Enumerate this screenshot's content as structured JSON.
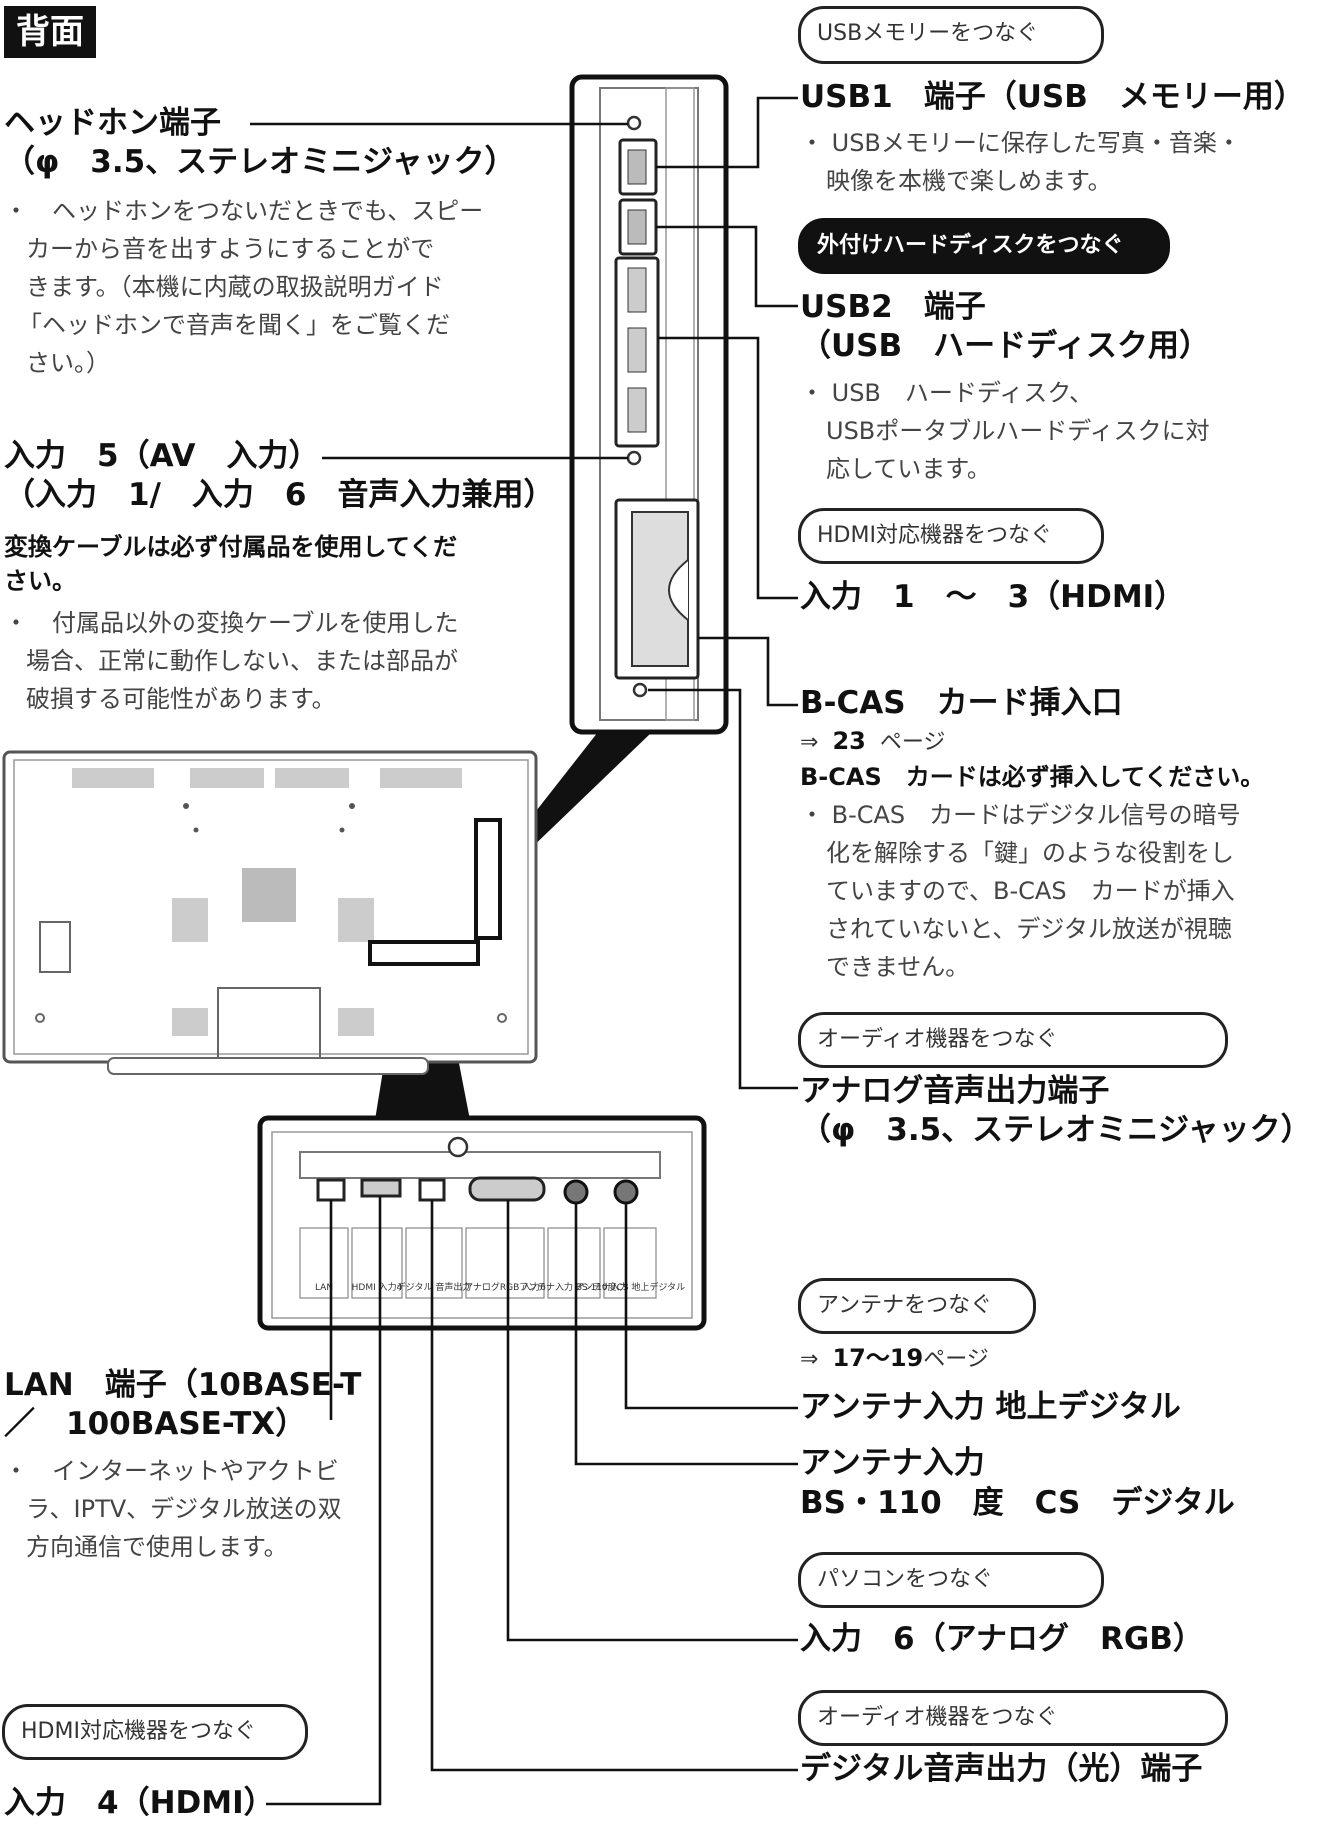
{
  "section_title": "背面",
  "headphone": {
    "title_1": "ヘッドホン端子",
    "title_2": "（φ　3.5、ステレオミニジャック）",
    "desc": [
      "・　ヘッドホンをつないだときでも、スピー",
      "カーから音を出すようにすることがで",
      "きます。（本機に内蔵の取扱説明ガイド",
      "「ヘッドホンで音声を聞く」をご覧くだ",
      "さい。）"
    ]
  },
  "input5": {
    "title_1": "入力　5（AV　入力）",
    "title_2": "（入力　1/　入力　6　音声入力兼用）",
    "note": [
      "変換ケーブルは必ず付属品を使用してくだ",
      "さい。"
    ],
    "desc": [
      "・　付属品以外の変換ケーブルを使用した",
      "場合、正常に動作しない、または部品が",
      "破損する可能性があります。"
    ]
  },
  "usb_memory_pill": "USBメモリーをつなぐ",
  "usb1": {
    "title": "USB1　端子（USB　メモリー用）",
    "desc": [
      "・ USBメモリーに保存した写真・音楽・",
      "映像を本機で楽しめます。"
    ]
  },
  "hdd_pill": "外付けハードディスクをつなぐ",
  "usb2": {
    "title_1": "USB2　端子",
    "title_2": "（USB　ハードディスク用）",
    "desc": [
      "・ USB　ハードディスク、",
      "USBポータブルハードディスクに対",
      "応しています。"
    ]
  },
  "hdmi_pill_right": "HDMI対応機器をつなぐ",
  "hdmi_1_3": {
    "title": "入力　1　～　3（HDMI）"
  },
  "bcas": {
    "title": "B-CAS　カード挿入口",
    "ref_arrow": "⇒",
    "ref_page": "23",
    "ref_suffix": "ページ",
    "note": "B-CAS　カードは必ず挿入してください。",
    "desc": [
      "・ B-CAS　カードはデジタル信号の暗号",
      "化を解除する「鍵」のような役割をし",
      "ていますので、B-CAS　カードが挿入",
      "されていないと、デジタル放送が視聴",
      "できません。"
    ]
  },
  "audio_pill_1": "オーディオ機器をつなぐ",
  "analog_out": {
    "title_1": "アナログ音声出力端子",
    "title_2": "（φ　3.5、ステレオミニジャック）"
  },
  "antenna_pill": "アンテナをつなぐ",
  "antenna_ref": {
    "arrow": "⇒",
    "page": "17～19",
    "suffix": "ページ"
  },
  "antenna_terrestrial": {
    "title": "アンテナ入力 地上デジタル"
  },
  "antenna_bs": {
    "title_1": "アンテナ入力",
    "title_2": "BS・110　度　CS　デジタル"
  },
  "pc_pill": "パソコンをつなぐ",
  "input6": {
    "title": "入力　6（アナログ　RGB）"
  },
  "audio_pill_2": "オーディオ機器をつなぐ",
  "digital_out": {
    "title": "デジタル音声出力（光）端子"
  },
  "lan": {
    "title_1": "LAN　端子（10BASE-T",
    "title_2": "／　100BASE-TX）",
    "desc": [
      "・　インターネットやアクトビ",
      "ラ、IPTV、デジタル放送の双",
      "方向通信で使用します。"
    ]
  },
  "hdmi_pill_left": "HDMI対応機器をつなぐ",
  "hdmi_4": {
    "title": "入力　4（HDMI）"
  },
  "panel_labels": [
    "LAN",
    "HDMI\n入力4",
    "デジタル\n音声出力",
    "アナログRGB\n入力6",
    "アンテナ入力\nBS·110度CS",
    "アンテナ入力\n地上デジタル"
  ]
}
